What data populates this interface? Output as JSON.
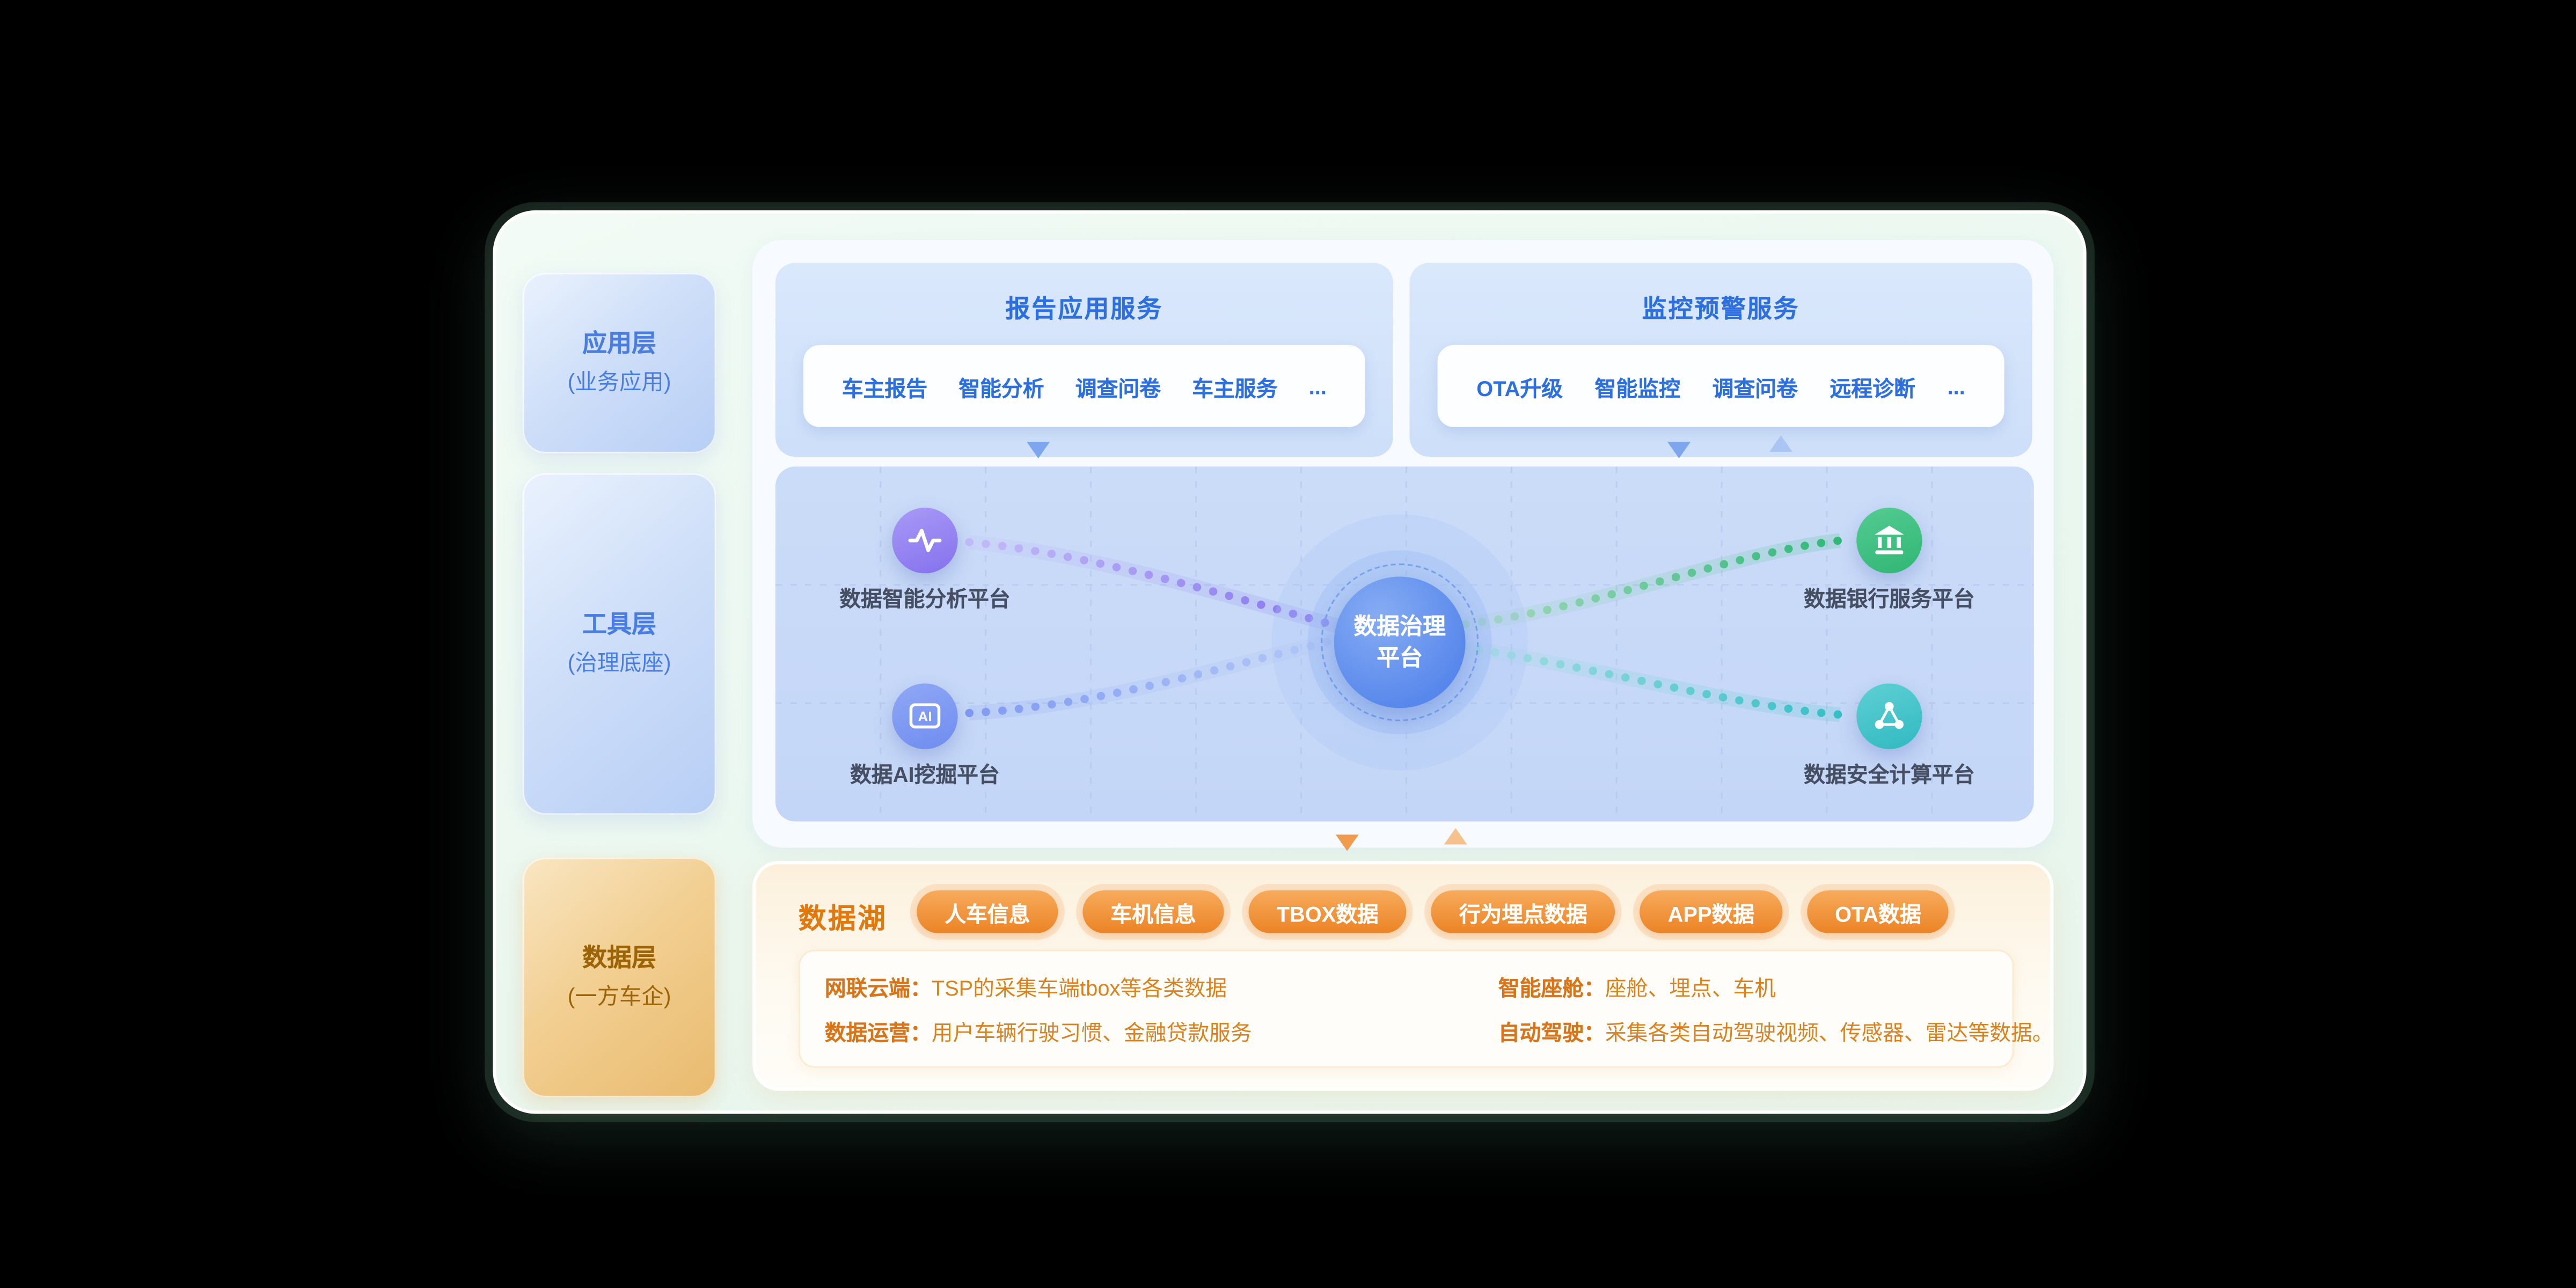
{
  "layers": [
    {
      "title": "应用层",
      "subtitle": "(业务应用)"
    },
    {
      "title": "工具层",
      "subtitle": "(治理底座)"
    },
    {
      "title": "数据层",
      "subtitle": "(一方车企)"
    }
  ],
  "report_panel": {
    "title": "报告应用服务",
    "items": [
      "车主报告",
      "智能分析",
      "调查问卷",
      "车主服务",
      "..."
    ]
  },
  "monitor_panel": {
    "title": "监控预警服务",
    "items": [
      "OTA升级",
      "智能监控",
      "调查问卷",
      "远程诊断",
      "..."
    ]
  },
  "governance": {
    "center_line1": "数据治理",
    "center_line2": "平台",
    "nodes": [
      {
        "label": "数据智能分析平台",
        "icon": "pulse-icon",
        "color": "#8f7df1"
      },
      {
        "label": "数据AI挖掘平台",
        "icon": "ai-icon",
        "color": "#7b95f2"
      },
      {
        "label": "数据银行服务平台",
        "icon": "bank-icon",
        "color": "#3bbd7f"
      },
      {
        "label": "数据安全计算平台",
        "icon": "nodes-icon",
        "color": "#3ec2c8"
      }
    ]
  },
  "datalake": {
    "title": "数据湖",
    "pills": [
      "人车信息",
      "车机信息",
      "TBOX数据",
      "行为埋点数据",
      "APP数据",
      "OTA数据"
    ],
    "details": [
      {
        "label": "网联云端：",
        "text": "TSP的采集车端tbox等各类数据"
      },
      {
        "label": "数据运营：",
        "text": "用户车辆行驶习惯、金融贷款服务"
      },
      {
        "label": "智能座舱：",
        "text": "座舱、埋点、车机"
      },
      {
        "label": "自动驾驶：",
        "text": "采集各类自动驾驶视频、传感器、雷达等数据。"
      }
    ]
  },
  "colors": {
    "background": "#000000",
    "panel_mint": "#eaf7ef",
    "blue_accent": "#2e6fe0",
    "layer_blue_text": "#4a7de2",
    "layer_orange_text": "#9c6307",
    "orange_accent": "#e2790f",
    "pill_orange": "#ec8326",
    "node_purple": "#8f7df1",
    "node_blue": "#7b95f2",
    "node_green": "#3bbd7f",
    "node_teal": "#3ec2c8",
    "center_circle_blue": "#5787ec"
  }
}
